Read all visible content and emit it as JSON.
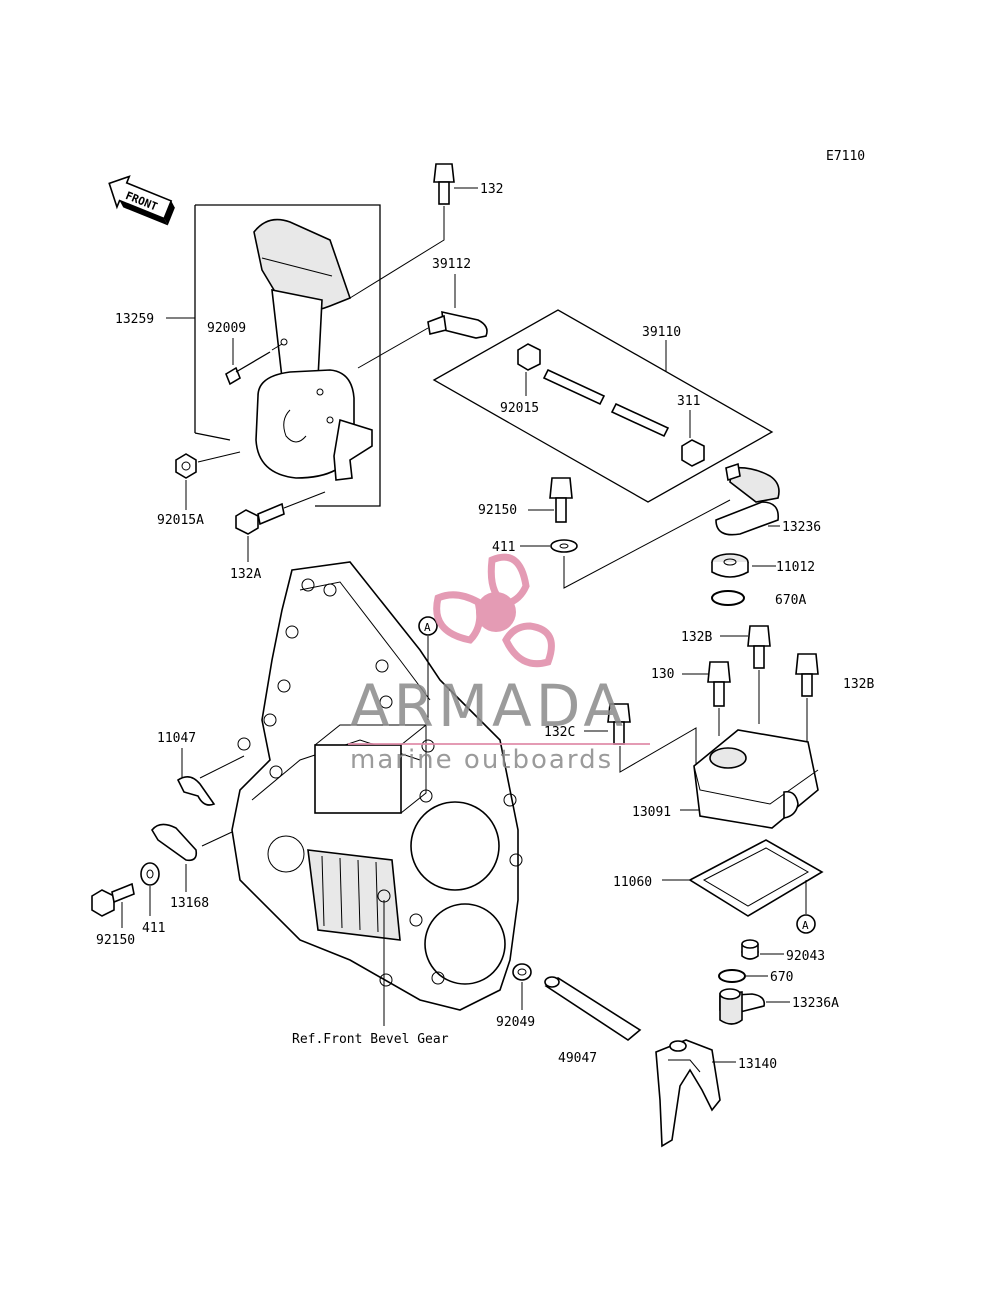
{
  "diagram_code": "E7110",
  "front_label": "FRONT",
  "ref_note": "Ref.Front Bevel Gear",
  "reference_marker": "A",
  "watermark": {
    "brand": "ARMADA",
    "tagline": "marine outboards",
    "color_pink": "#e08aa8",
    "color_grey": "#8a8a8a"
  },
  "part_labels": {
    "p132": "132",
    "p39112": "39112",
    "p39110": "39110",
    "p13259": "13259",
    "p92009": "92009",
    "p92015": "92015",
    "p311": "311",
    "p92015A": "92015A",
    "p132A": "132A",
    "p92150_top": "92150",
    "p411_top": "411",
    "p13236": "13236",
    "p11012": "11012",
    "p670A": "670A",
    "p132B_left": "132B",
    "p130": "130",
    "p132B_right": "132B",
    "p132C": "132C",
    "p13091": "13091",
    "p11047": "11047",
    "p13168": "13168",
    "p411_bottom": "411",
    "p92150_bottom": "92150",
    "p11060": "11060",
    "p92043": "92043",
    "p670": "670",
    "p13236A": "13236A",
    "p92049": "92049",
    "p49047": "49047",
    "p13140": "13140"
  }
}
